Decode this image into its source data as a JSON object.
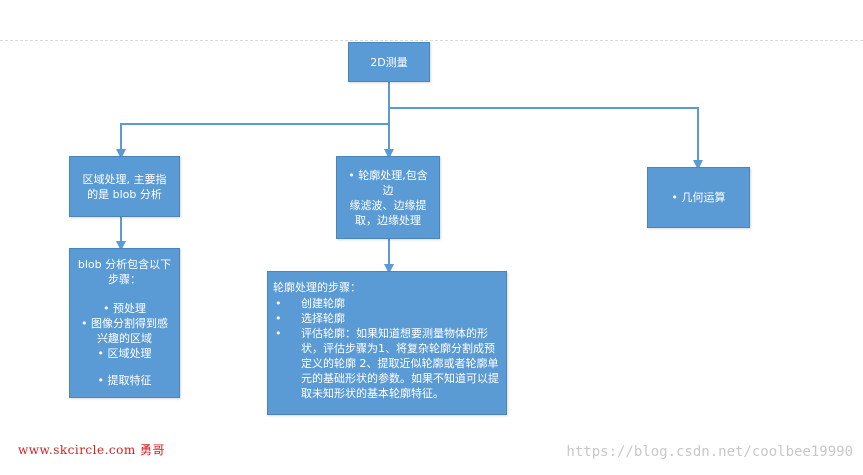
{
  "nodes": {
    "root": "2D测量",
    "region": [
      "区域处理, 主要指",
      "的是 blob 分析"
    ],
    "contour": [
      "• 轮廓处理,包含边",
      "缘滤波、边缘提",
      "取，边缘处理"
    ],
    "geometry": "• 几何运算",
    "blob": {
      "heading": [
        "blob 分析包含以下",
        "步骤："
      ],
      "items": [
        "• 预处理",
        "• 图像分割得到感",
        "兴趣的区域",
        "• 区域处理",
        "• 提取特征"
      ]
    },
    "steps": {
      "title": "轮廓处理的步骤：",
      "items": [
        "创建轮廓",
        "选择轮廓",
        "评估轮廓：如果知道想要测量物体的形状，评估步骤为1、将复杂轮廓分割成预定义的轮廓 2、提取近似轮廓或者轮廓单元的基础形状的参数。如果不知道可以提取未知形状的基本轮廓特征。"
      ]
    }
  },
  "watermarks": {
    "left": "www.skcircle.com 勇哥",
    "right": "https://blog.csdn.net/coolbee19990"
  },
  "colors": {
    "box_fill": "#5b9bd5",
    "connector": "#5b9bd5",
    "watermark_left": "#d61f1f",
    "watermark_right": "#c8c8c8"
  }
}
